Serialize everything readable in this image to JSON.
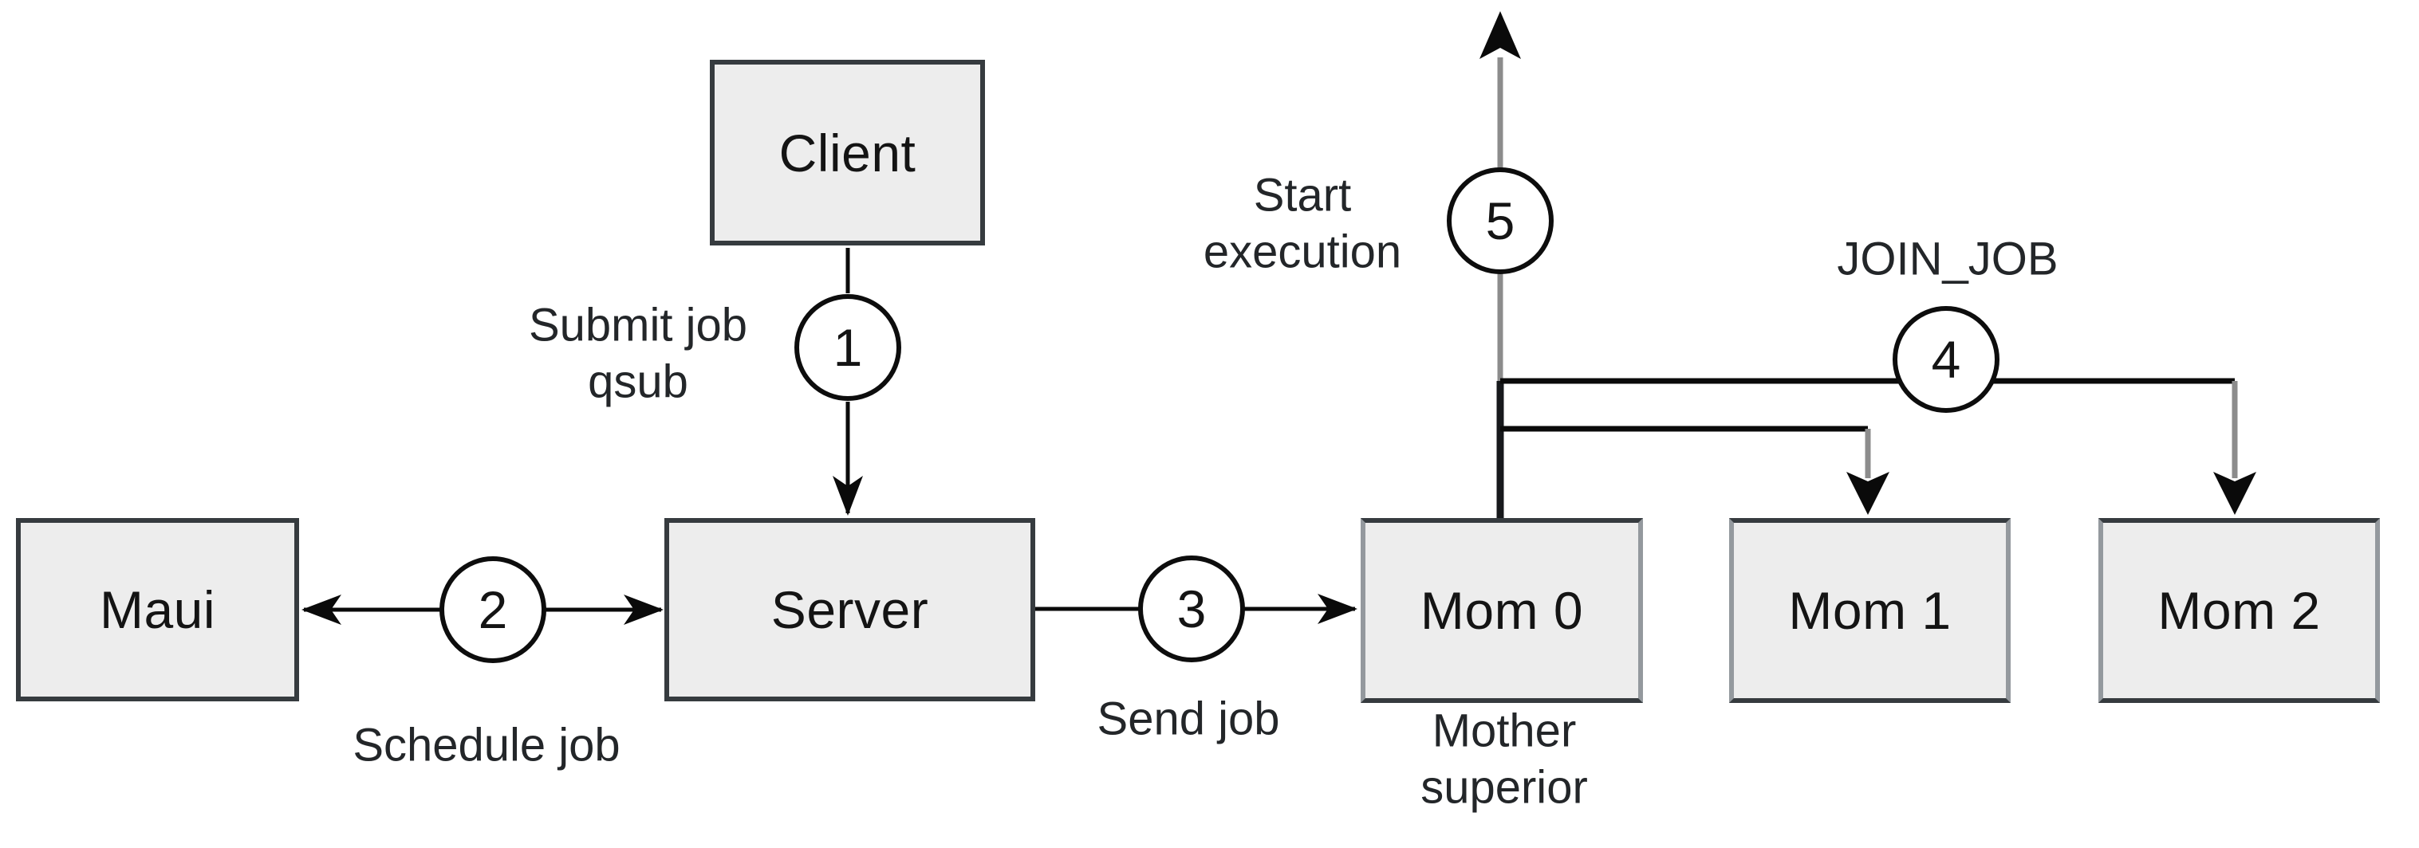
{
  "diagram": {
    "type": "flow-diagram",
    "background": "#ffffff"
  },
  "nodes": {
    "client": {
      "label": "Client"
    },
    "maui": {
      "label": "Maui"
    },
    "server": {
      "label": "Server"
    },
    "mom0": {
      "label": "Mom 0"
    },
    "mom1": {
      "label": "Mom 1"
    },
    "mom2": {
      "label": "Mom 2"
    }
  },
  "steps": [
    {
      "number": "1",
      "label": "Submit job\nqsub"
    },
    {
      "number": "2",
      "label": "Schedule job"
    },
    {
      "number": "3",
      "label": "Send job"
    },
    {
      "number": "4",
      "label": "JOIN_JOB"
    },
    {
      "number": "5",
      "label": "Start\nexecution"
    }
  ],
  "captions": {
    "mom0": "Mother\nsuperior"
  },
  "colors": {
    "node_fill": "#ededed",
    "node_border": "#363b3f",
    "mom_side_border": "#94999e",
    "edge_black": "#000000",
    "edge_gray": "#8c8c8c",
    "text": "#232629"
  }
}
